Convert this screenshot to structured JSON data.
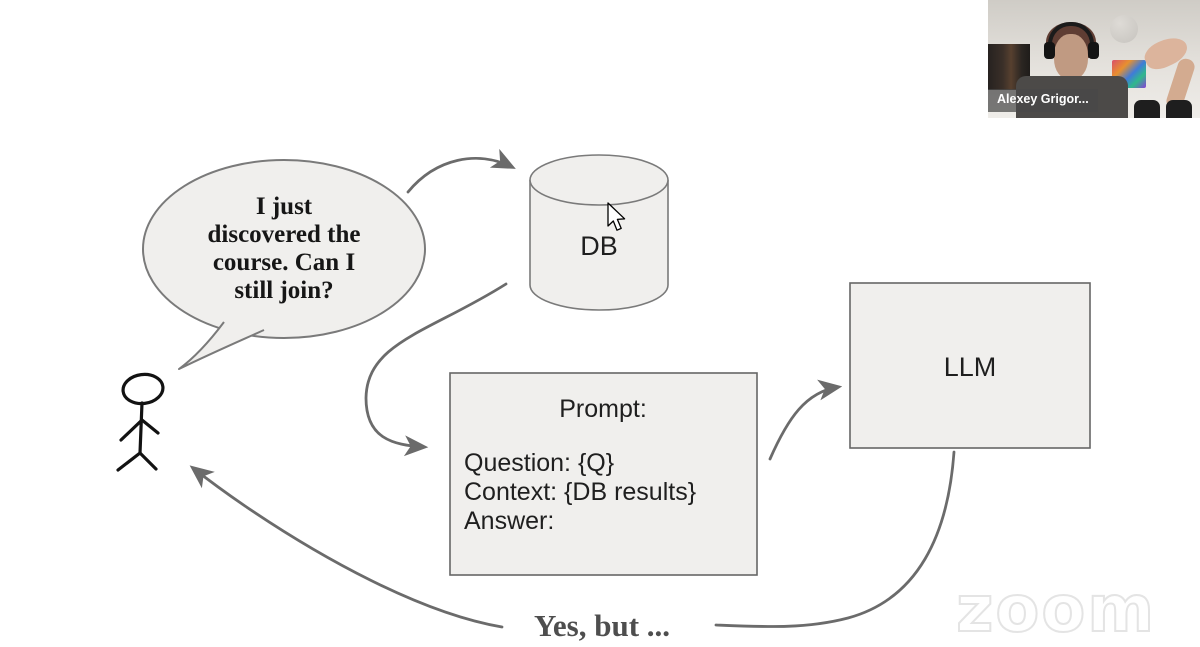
{
  "watermark_text": "zoom",
  "webcam": {
    "name_label": "Alexey Grigor..."
  },
  "diagram": {
    "speech_bubble": {
      "lines": [
        "I just",
        "discovered the",
        "course. Can I",
        "still join?"
      ]
    },
    "db_label": "DB",
    "prompt_box": {
      "title": "Prompt:",
      "lines": [
        "Question: {Q}",
        "Context: {DB results}",
        "Answer:"
      ]
    },
    "llm_label": "LLM",
    "answer_text": "Yes, but ...",
    "colors": {
      "shape_fill": "#f0efed",
      "shape_border": "#6f6f6f",
      "arrow": "#6b6b6b",
      "ink": "#141414",
      "handwriting_gray": "#4e4e4e",
      "watermark_outline": "#e4e4e4"
    }
  }
}
